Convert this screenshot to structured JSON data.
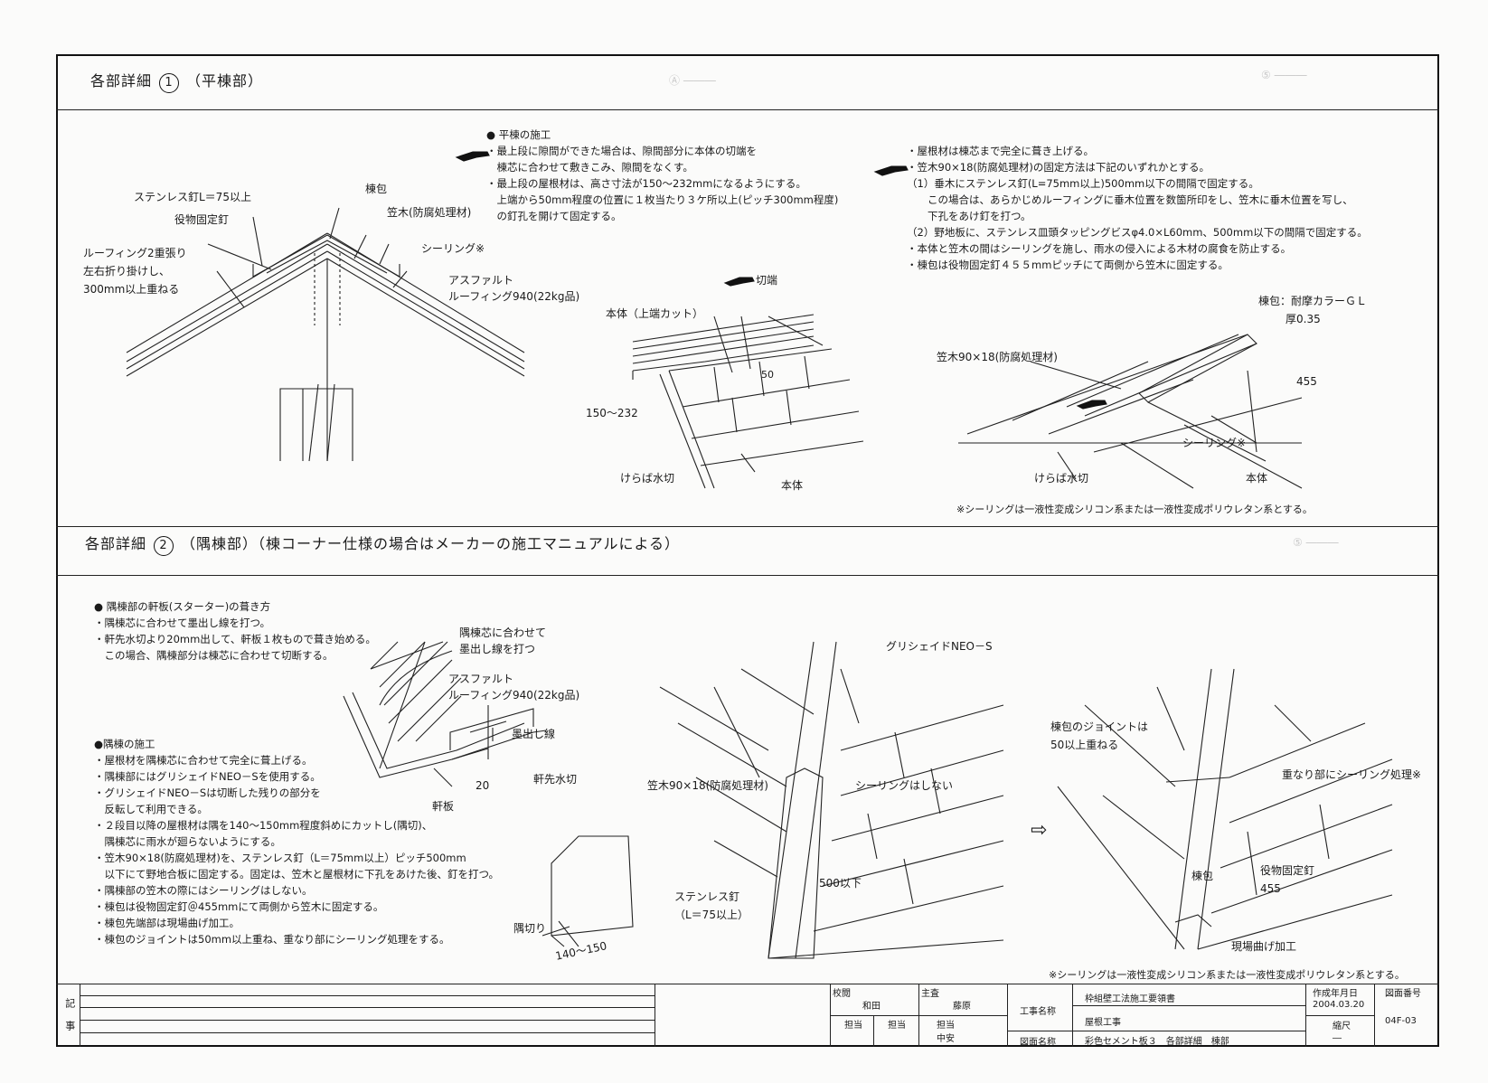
{
  "sec1": {
    "title": "各部詳細",
    "num": "1",
    "sub": "（平棟部）",
    "notes_title": "平棟の施工",
    "notes": [
      "・最上段に隙間ができた場合は、隙間部分に本体の切端を",
      "　棟芯に合わせて敷きこみ、隙間をなくす。",
      "・最上段の屋根材は、高さ寸法が150～232mmになるようにする。",
      "　上端から50mm程度の位置に１枚当たり３ケ所以上(ピッチ300mm程度)",
      "　の釘孔を開けて固定する。"
    ],
    "right_notes": [
      "・屋根材は棟芯まで完全に葺き上げる。",
      "・笠木90×18(防腐処理材)の固定方法は下記のいずれかとする。",
      "（1）垂木にステンレス釘(L=75mm以上)500mm以下の間隔で固定する。",
      "　　この場合は、あらかじめルーフィングに垂木位置を数箇所印をし、笠木に垂木位置を写し、",
      "　　下孔をあけ釘を打つ。",
      "（2）野地板に、ステンレス皿頭タッピングビスφ4.0×L60mm、500mm以下の間隔で固定する。",
      "・本体と笠木の間はシーリングを施し、雨水の侵入による木材の腐食を防止する。",
      "・棟包は役物固定釘４５５mmピッチにて両側から笠木に固定する。"
    ],
    "labels": {
      "nail": "ステンレス釘L＝75以上",
      "fixnail": "役物固定釘",
      "roofing": [
        "ルーフィング2重張り",
        "左右折り掛けし、",
        "300mm以上重ねる"
      ],
      "munazutsumi": "棟包",
      "kasagi": "笠木(防腐処理材)",
      "sealing": "シーリング※",
      "asphalt": [
        "アスファルト",
        "ルーフィング940(22kg品)"
      ],
      "kiribashi": "切端",
      "hontai_cut": "本体（上端カット）",
      "dim50": "50",
      "dim150": "150～232",
      "kerabamizukiri": "けらば水切",
      "hontai": "本体",
      "munazutsumi2": [
        "棟包：耐摩カラーＧＬ",
        "厚0.35"
      ],
      "kasagi2": "笠木90×18(防腐処理材)",
      "dim455": "455",
      "sealing2": "シーリング※",
      "kerabamizukiri2": "けらば水切",
      "hontai2": "本体"
    },
    "footnote": "※シーリングは一液性変成シリコン系または一液性変成ポリウレタン系とする。"
  },
  "sec2": {
    "title": "各部詳細",
    "num": "2",
    "sub": "（隅棟部）（棟コーナー仕様の場合はメーカーの施工マニュアルによる）",
    "starter_title": "隅棟部の軒板(スターター)の葺き方",
    "starter": [
      "・隅棟芯に合わせて墨出し線を打つ。",
      "・軒先水切より20mm出して、軒板１枚もので葺き始める。",
      "　この場合、隅棟部分は棟芯に合わせて切断する。"
    ],
    "work_title": "隅棟の施工",
    "work": [
      "・屋根材を隅棟芯に合わせて完全に葺上げる。",
      "・隅棟部にはグリシェイドNEO－Sを使用する。",
      "・グリシェイドNEO－Sは切断した残りの部分を",
      "　反転して利用できる。",
      "・２段目以降の屋根材は隅を140～150mm程度斜めにカットし(隅切)、",
      "　隅棟芯に雨水が廻らないようにする。",
      "・笠木90×18(防腐処理材)を、ステンレス釘（L＝75mm以上）ピッチ500mm",
      "　以下にて野地合板に固定する。固定は、笠木と屋根材に下孔をあけた後、釘を打つ。",
      "・隅棟部の笠木の際にはシーリングはしない。",
      "・棟包は役物固定釘＠455mmにて両側から笠木に固定する。",
      "・棟包先端部は現場曲げ加工。",
      "・棟包のジョイントは50mm以上重ね、重なり部にシーリング処理をする。"
    ],
    "labels": {
      "sumidashi": [
        "隅棟芯に合わせて",
        "墨出し線を打つ"
      ],
      "asphalt": [
        "アスファルト",
        "ルーフィング940(22kg品)"
      ],
      "sumidashisen": "墨出し線",
      "nokisaki": "軒先水切",
      "dim20": "20",
      "nokiita": "軒板",
      "sumikiri": "隅切り",
      "dim140": "140～150",
      "neo": "グリシェイドNEO－S",
      "kasagi": "笠木90×18(防腐処理材)",
      "nosealing": "シーリングはしない",
      "dim500": "500以下",
      "nail": [
        "ステンレス釘",
        "（L＝75以上）"
      ],
      "arrow": "⇨",
      "joint": [
        "棟包のジョイントは",
        "50以上重ねる"
      ],
      "overlap": "重なり部にシーリング処理※",
      "munazutsumi": "棟包",
      "fixnail": "役物固定釘",
      "dim455": "455",
      "bend": "現場曲げ加工"
    },
    "footnote": "※シーリングは一液性変成シリコン系または一液性変成ポリウレタン系とする。"
  },
  "titleblock": {
    "kiji": "記事",
    "kouetsu": "校閲",
    "kouetsu_name": "和田",
    "shusa": "主査",
    "shusa_name": "藤原",
    "tantou1": "担当",
    "tantou2": "担当",
    "tantou3": "担当",
    "tantou3_name": "中安",
    "koujimei_label": "工事名称",
    "koujimei": "枠組壁工法施工要領書",
    "koujimei2": "屋根工事",
    "zumen_label": "図面名称",
    "zumen": "彩色セメント板３　各部詳細　棟部",
    "sakusei_label": "作成年月日",
    "sakusei": "2004.03.20",
    "shakudo_label": "縮尺",
    "shakudo": "―",
    "zuban_label": "図面番号",
    "zuban": "04F-03"
  }
}
